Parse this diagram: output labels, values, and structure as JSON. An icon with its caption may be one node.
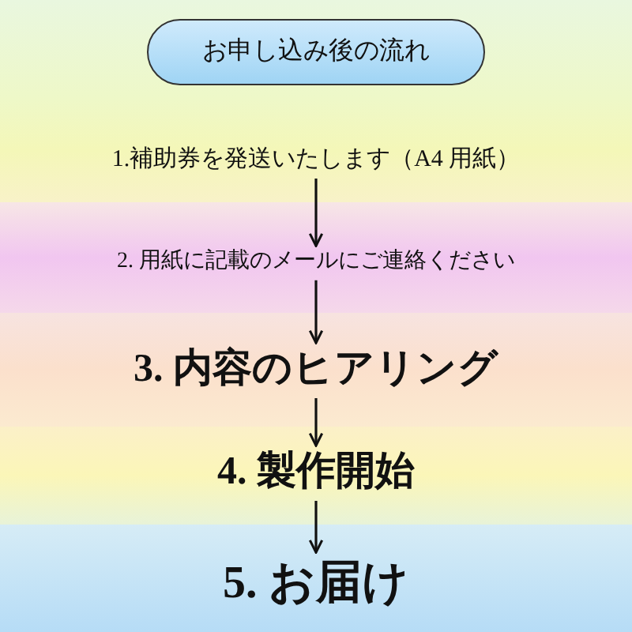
{
  "diagram": {
    "nodes": [
      {
        "text": [
          "お申し込み後の流れ"
        ]
      },
      {
        "text": [
          "1.補助券を発送いたします（A4 用紙）"
        ]
      },
      {
        "text": [
          "2. 用紙に記載のメールにご連絡ください"
        ]
      },
      {
        "text": [
          "3. 内容のヒアリング"
        ]
      },
      {
        "text": [
          "4. 製作開始"
        ]
      },
      {
        "text": [
          "5. お届け"
        ]
      }
    ],
    "edges": [
      {
        "from": 1,
        "to": 2,
        "arrow": "to"
      },
      {
        "from": 2,
        "to": 3,
        "arrow": "to"
      },
      {
        "from": 3,
        "to": 4,
        "arrow": "to"
      },
      {
        "from": 4,
        "to": 5,
        "arrow": "to"
      }
    ]
  }
}
